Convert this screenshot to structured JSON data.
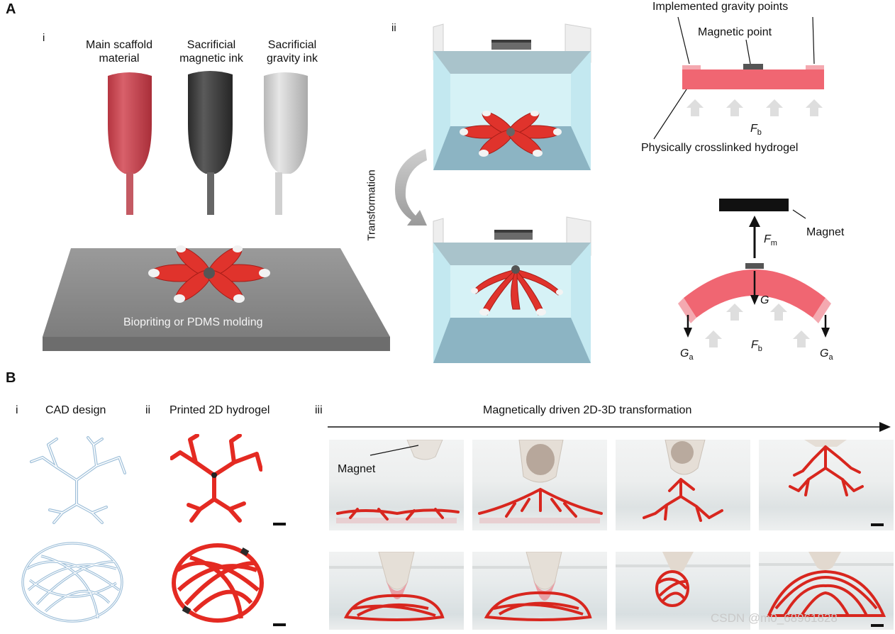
{
  "panelA": {
    "letter": "A",
    "sub_i": "i",
    "sub_ii": "ii",
    "inks": [
      {
        "line1": "Main scaffold",
        "line2": "material",
        "color": "#c9444f"
      },
      {
        "line1": "Sacrificial",
        "line2": "magnetic ink",
        "color": "#3b3b3b"
      },
      {
        "line1": "Sacrificial",
        "line2": "gravity ink",
        "color": "#c9c9c9"
      }
    ],
    "base_label": "Biopriting or PDMS molding",
    "transformation_label": "Transformation",
    "diagram_top": {
      "implemented": "Implemented gravity points",
      "magnetic_point": "Magnetic point",
      "force_main": "F",
      "force_sub": "b",
      "hydrogel": "Physically crosslinked hydrogel"
    },
    "diagram_bottom": {
      "magnet": "Magnet",
      "fm_main": "F",
      "fm_sub": "m",
      "g": "G",
      "fb_main": "F",
      "fb_sub": "b",
      "ga_main": "G",
      "ga_sub": "a"
    },
    "colors": {
      "hydrogel": "#f06672",
      "flower": "#e8302a",
      "water": "#bfe6ee",
      "tank_floor": "#8fb8c7"
    }
  },
  "panelB": {
    "letter": "B",
    "sub_i": "i",
    "sub_ii": "ii",
    "sub_iii": "iii",
    "cad_title": "CAD design",
    "printed_title": "Printed 2D hydrogel",
    "transform_title": "Magnetically driven 2D-3D transformation",
    "magnet_label": "Magnet",
    "colors": {
      "cad": "#a9c7df",
      "printed": "#e42a22"
    }
  },
  "watermark": "CSDN @m0_68961828"
}
